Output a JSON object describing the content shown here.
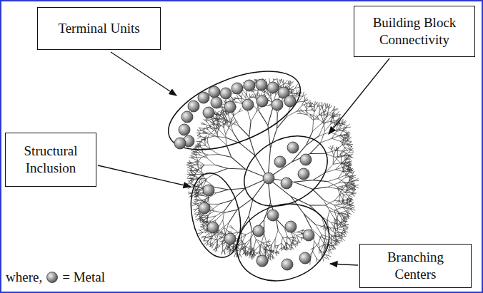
{
  "diagram": {
    "nodes": [
      {
        "text": [
          "Terminal Units"
        ]
      },
      {
        "text": [
          "Building Block Connectivity"
        ]
      },
      {
        "text": [
          "Structural Inclusion"
        ]
      },
      {
        "text": [
          "Branching Centers"
        ]
      }
    ],
    "labels": [
      "where,"
    ],
    "legend": [
      {
        "text": "= Metal"
      }
    ]
  }
}
